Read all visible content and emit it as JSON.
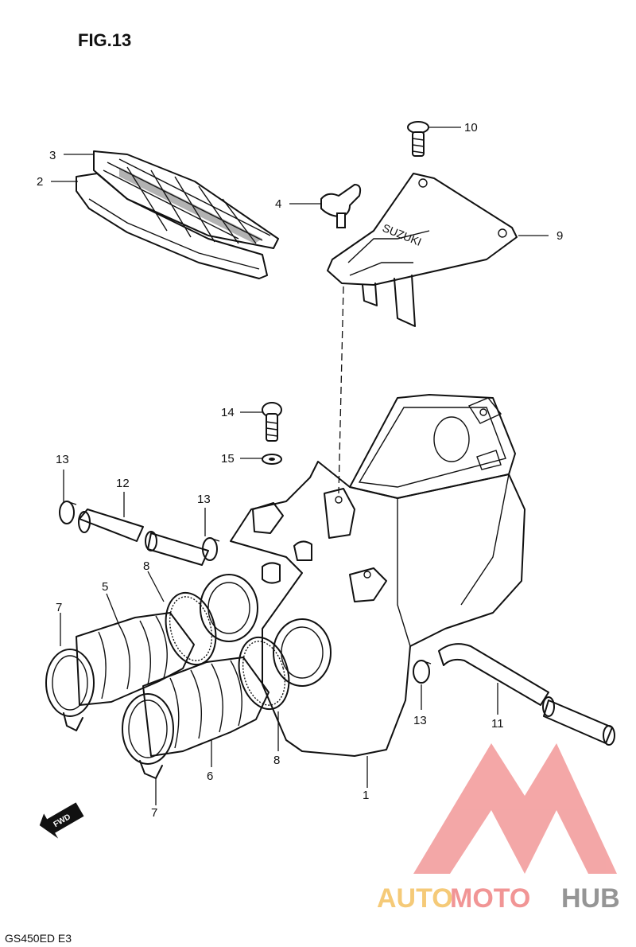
{
  "figure": {
    "title": "FIG.13",
    "model_code": "GS450ED E3",
    "fwd_label": "FWD",
    "cover_embossing": "SUZUKI"
  },
  "callouts": [
    {
      "id": "c3",
      "text": "3"
    },
    {
      "id": "c2",
      "text": "2"
    },
    {
      "id": "c10",
      "text": "10"
    },
    {
      "id": "c4",
      "text": "4"
    },
    {
      "id": "c9",
      "text": "9"
    },
    {
      "id": "c14",
      "text": "14"
    },
    {
      "id": "c15",
      "text": "15"
    },
    {
      "id": "c13a",
      "text": "13"
    },
    {
      "id": "c12",
      "text": "12"
    },
    {
      "id": "c13b",
      "text": "13"
    },
    {
      "id": "c8a",
      "text": "8"
    },
    {
      "id": "c5",
      "text": "5"
    },
    {
      "id": "c7a",
      "text": "7"
    },
    {
      "id": "c13c",
      "text": "13"
    },
    {
      "id": "c11",
      "text": "11"
    },
    {
      "id": "c8b",
      "text": "8"
    },
    {
      "id": "c6",
      "text": "6"
    },
    {
      "id": "c1",
      "text": "1"
    },
    {
      "id": "c7b",
      "text": "7"
    }
  ],
  "watermark": {
    "part1": "AUTO",
    "part2": "MOTO",
    "part3": "HUB",
    "logo_color": "#f08a8a",
    "accent_color": "#f5c56a",
    "gray_color": "#8a8a8a"
  }
}
